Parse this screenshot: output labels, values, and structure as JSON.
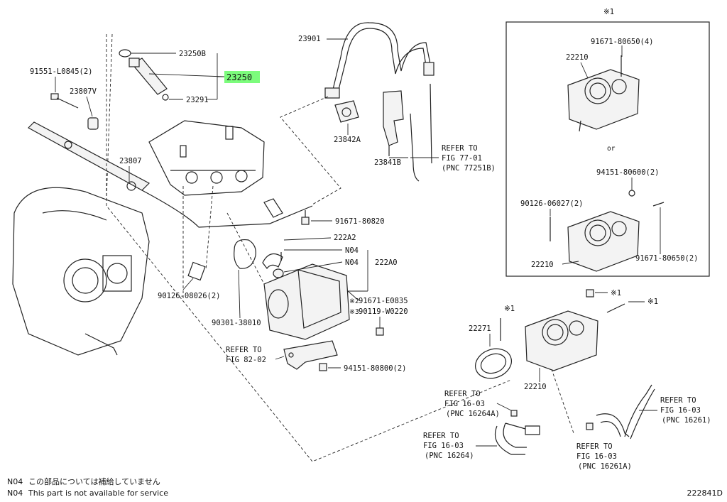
{
  "diagram": {
    "highlight_color": "#7CFC7C",
    "highlighted_part": "23250",
    "footer_id": "222841D",
    "notes": [
      {
        "code": "N04",
        "text": "この部品については補給していません"
      },
      {
        "code": "N04",
        "text": "This part is not available for service"
      }
    ],
    "inset": {
      "mark": "※1",
      "or_label": "or"
    },
    "callouts": {
      "p23250b": "23250B",
      "p23250": "23250",
      "p23291": "23291",
      "p91551": "91551-L0845(2)",
      "p23807v": "23807V",
      "p23807": "23807",
      "p23901": "23901",
      "p23842a": "23842A",
      "p23841b": "23841B",
      "ref77a": "REFER TO",
      "ref77b": "FIG 77-01",
      "ref77c": "(PNC 77251B)",
      "p91671_80820": "91671-80820",
      "p222a2": "222A2",
      "n04a": "N04",
      "n04b": "N04",
      "p222a0": "222A0",
      "p90126_08026": "90126-08026(2)",
      "p91671_e0835": "91671-E0835",
      "mark2": "※2",
      "mark3": "※3",
      "p90119": "90119-W0220",
      "p90301": "90301-38010",
      "ref82a": "REFER TO",
      "ref82b": "FIG 82-02",
      "p94151_80800": "94151-80800(2)",
      "ins_91671_4": "91671-80650(4)",
      "ins_22210a": "22210",
      "ins_94151": "94151-80600(2)",
      "ins_90126": "90126-06027(2)",
      "ins_91671_2": "91671-80650(2)",
      "ins_22210b": "22210",
      "m1a": "※1",
      "m1b": "※1",
      "m1c": "※1",
      "p22271": "22271",
      "p22210": "22210",
      "ref1626a": "REFER TO",
      "ref1626b": "FIG 16-03",
      "ref1626c": "(PNC 16264A)",
      "ref1624a": "REFER TO",
      "ref1624b": "FIG 16-03",
      "ref1624c": "(PNC 16264)",
      "ref1661a": "REFER TO",
      "ref1661b": "FIG 16-03",
      "ref1661c": "(PNC 16261)",
      "ref1661Aa": "REFER TO",
      "ref1661Ab": "FIG 16-03",
      "ref1661Ac": "(PNC 16261A)"
    }
  }
}
